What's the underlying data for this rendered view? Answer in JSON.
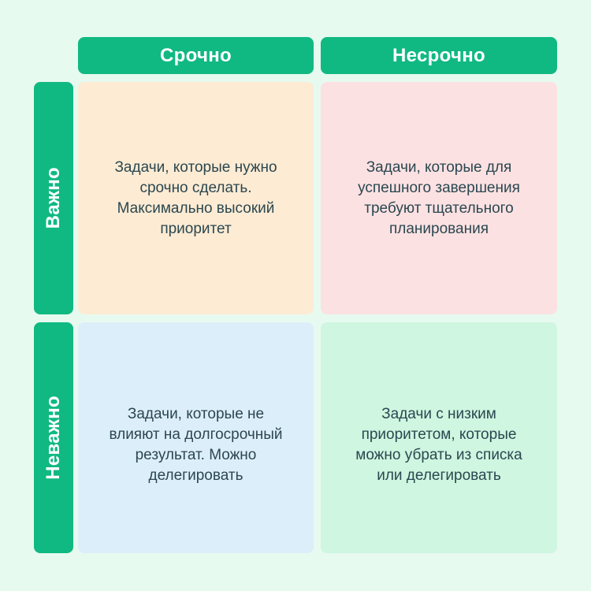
{
  "page": {
    "background": "#e7faf0",
    "accent_green": "#10b981",
    "header_text_color": "#ffffff",
    "cell_text_color": "#2b4750"
  },
  "matrix": {
    "col_headers": [
      {
        "label": "Срочно"
      },
      {
        "label": "Несрочно"
      }
    ],
    "row_headers": [
      {
        "label": "Важно"
      },
      {
        "label": "Неважно"
      }
    ],
    "quadrants": [
      {
        "row": "Важно",
        "col": "Срочно",
        "bg": "#fdebd3",
        "text": "Задачи, которые нужно срочно сделать. Максимально высокий приоритет"
      },
      {
        "row": "Важно",
        "col": "Несрочно",
        "bg": "#fce1e2",
        "text": "Задачи, которые для успешного завершения требуют тщательного планирования"
      },
      {
        "row": "Неважно",
        "col": "Срочно",
        "bg": "#ddeefb",
        "text": "Задачи, которые не влияют на долгосрочный результат. Можно делегировать"
      },
      {
        "row": "Неважно",
        "col": "Несрочно",
        "bg": "#cef6e0",
        "text": "Задачи с низким приоритетом, которые можно убрать из списка или делегировать"
      }
    ]
  }
}
